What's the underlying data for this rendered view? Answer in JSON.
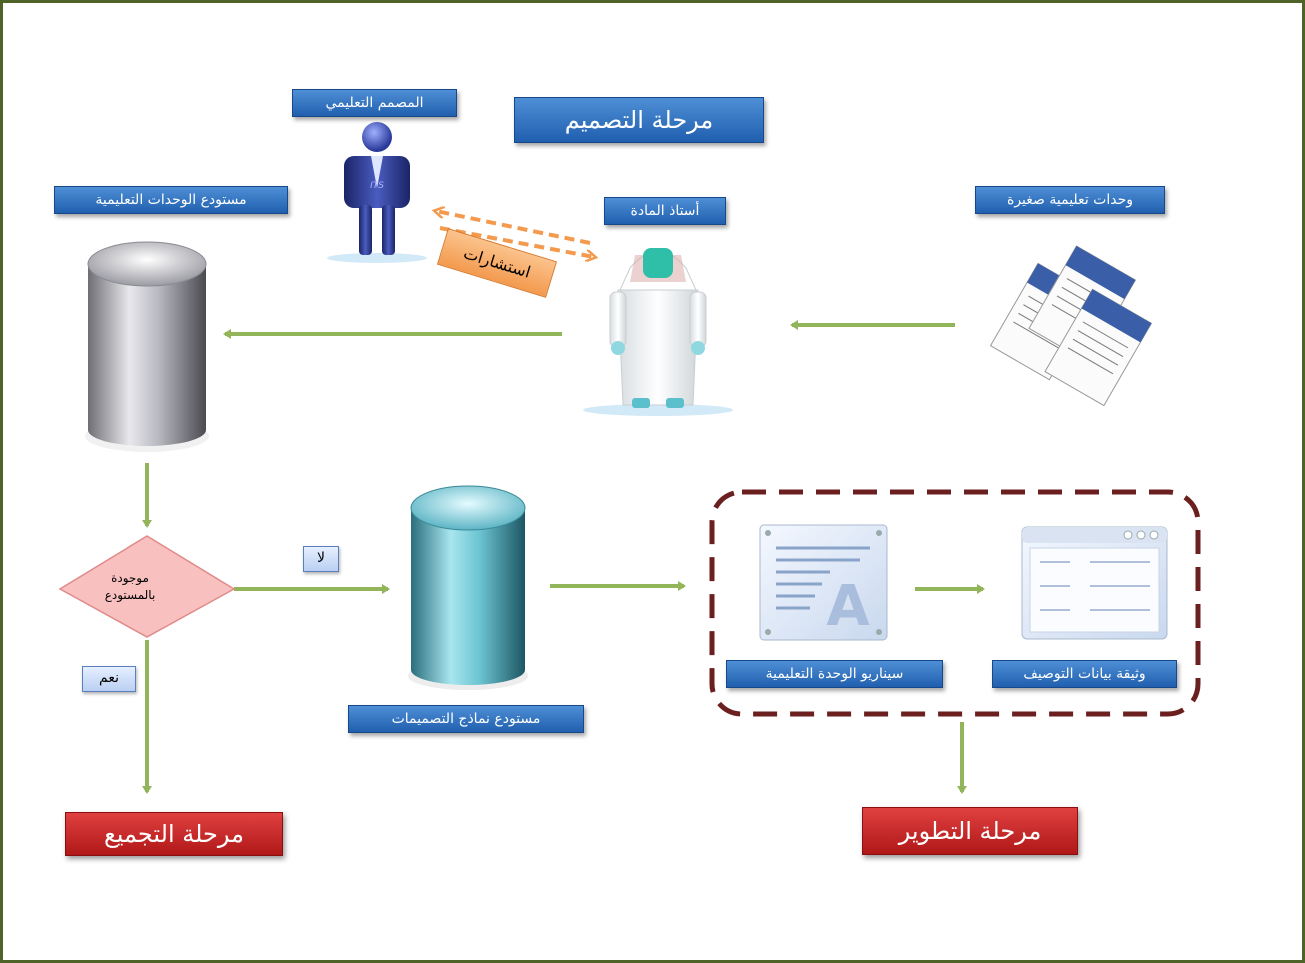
{
  "labels": {
    "design_phase": "مرحلة التصميم",
    "instructional_designer": "المصمم التعليمي",
    "learning_units_repository": "مستودع الوحدات التعليمية",
    "subject_teacher": "أستاذ المادة",
    "small_learning_units": "وحدات تعليمية صغيرة",
    "consultations": "استشارات",
    "exists_in_repository": "موجودة بالمستودع",
    "no": "لا",
    "yes": "نعم",
    "design_templates_repository": "مستودع نماذج التصميمات",
    "learning_unit_scenario": "سيناريو الوحدة التعليمية",
    "description_data_document": "وثيقة بيانات التوصيف",
    "assembly_phase": "مرحلة التجميع",
    "development_phase": "مرحلة التطوير"
  },
  "icon_texts": {
    "designer_tie_logo": "ITS",
    "scenario_letter": "A"
  },
  "colors": {
    "frame_border": "#4f6228",
    "label_blue": "#1f5fae",
    "phase_red": "#c0282a",
    "arrow_green": "#92b55a",
    "dashed_border": "#6b1f1f",
    "consult_orange": "#f5a45d",
    "decision_pink": "#f9c0c0"
  },
  "icons": [
    "person-suit-icon",
    "person-thobe-icon",
    "documents-icon",
    "database-silver-icon",
    "database-cyan-icon",
    "text-document-icon",
    "window-form-icon"
  ]
}
